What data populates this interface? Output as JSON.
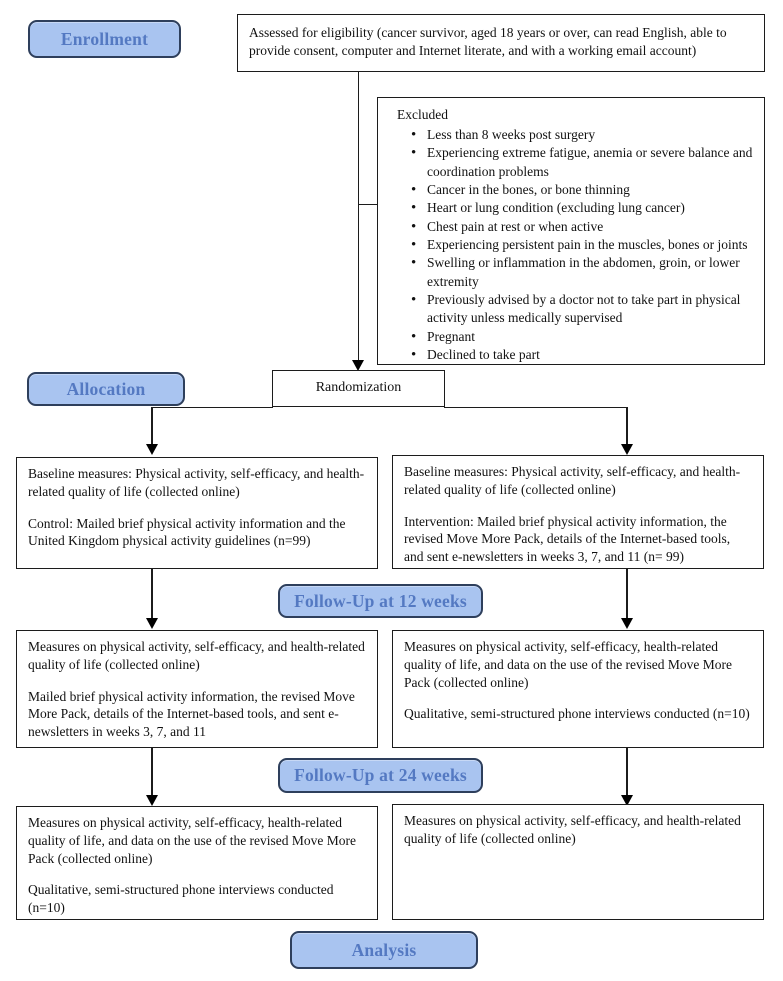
{
  "stages": {
    "enrollment": "Enrollment",
    "allocation": "Allocation",
    "followup12": "Follow-Up at 12 weeks",
    "followup24": "Follow-Up at 24 weeks",
    "analysis": "Analysis"
  },
  "boxes": {
    "assessed": "Assessed for eligibility (cancer survivor, aged 18 years or over, can read English, able to provide consent, computer and Internet literate, and with a working email account)",
    "randomization": "Randomization",
    "excluded": {
      "title": "Excluded",
      "items": [
        "Less than 8 weeks post surgery",
        "Experiencing extreme fatigue, anemia or severe balance and coordination problems",
        "Cancer in the bones, or bone thinning",
        "Heart or lung condition (excluding lung cancer)",
        "Chest pain at rest or when active",
        "Experiencing persistent pain in the muscles, bones or joints",
        "Swelling or inflammation in the abdomen, groin, or lower extremity",
        "Previously advised by a doctor not to take part in physical activity unless medically supervised",
        "Pregnant",
        "Declined to take part"
      ]
    },
    "baseline_left": {
      "p1": "Baseline measures: Physical activity, self-efficacy, and health-related quality of life (collected online)",
      "p2": "Control: Mailed brief physical activity information and the United Kingdom physical activity guidelines (n=99)"
    },
    "baseline_right": {
      "p1": "Baseline measures: Physical activity, self-efficacy, and health-related quality of life (collected online)",
      "p2": "Intervention: Mailed brief physical activity information, the revised Move More Pack, details of the Internet-based tools, and sent e-newsletters in weeks 3, 7, and 11 (n= 99)"
    },
    "week12_left": {
      "p1": "Measures on physical activity, self-efficacy, and health-related quality of life (collected online)",
      "p2": "Mailed brief physical activity information, the revised Move More Pack, details of the Internet-based tools, and sent e-newsletters in weeks 3, 7, and 11"
    },
    "week12_right": {
      "p1": "Measures on physical activity, self-efficacy, health-related quality of life, and data on the use of the revised Move More Pack (collected online)",
      "p2": "Qualitative, semi-structured phone interviews conducted (n=10)"
    },
    "week24_left": {
      "p1": "Measures on physical activity, self-efficacy, health-related quality of life, and data on the use of the revised Move More Pack (collected online)",
      "p2": "Qualitative, semi-structured phone interviews conducted (n=10)"
    },
    "week24_right": {
      "p1": "Measures on physical activity, self-efficacy, and health-related quality of life (collected online)"
    }
  },
  "colors": {
    "stage_fill": "#a9c4f0",
    "stage_border": "#2e3f5c",
    "stage_text": "#5479c2",
    "box_border": "#1c1c1c"
  }
}
